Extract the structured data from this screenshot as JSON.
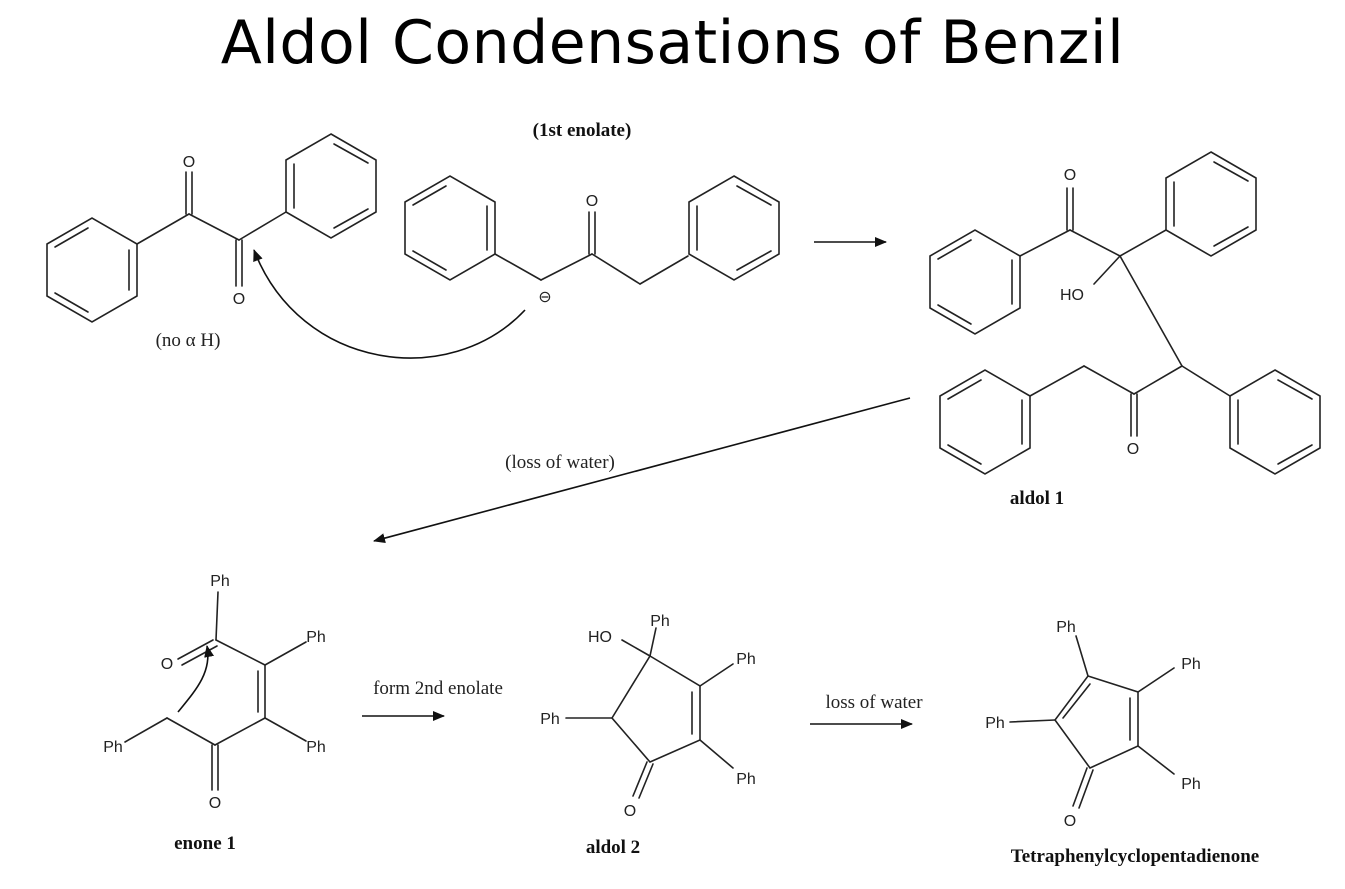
{
  "title": "Aldol  Condensations of Benzil",
  "atoms": {
    "O": "O",
    "HO": "HO",
    "Ph": "Ph",
    "minus": "⊖"
  },
  "labels": {
    "first_enolate": "(1st enolate)",
    "no_alpha_h": "(no α H)",
    "loss_of_water_1": "(loss of water)",
    "form_2nd_enolate": "form 2nd enolate",
    "loss_of_water_2": "loss of water",
    "aldol_1": "aldol 1",
    "enone_1": "enone 1",
    "aldol_2": "aldol 2",
    "product": "Tetraphenylcyclopentadienone"
  }
}
